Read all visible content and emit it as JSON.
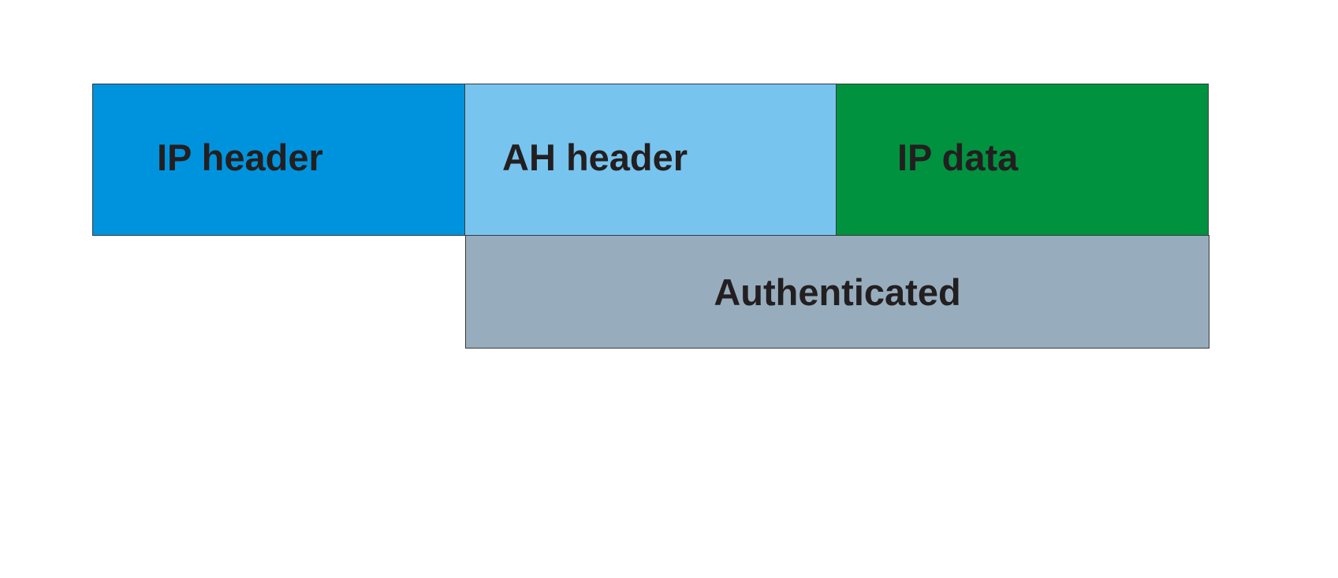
{
  "colors": {
    "ip_header": "#0093dd",
    "ah_header": "#77c4ef",
    "ip_data": "#00923f",
    "authenticated": "#97adbe",
    "text": "#231f20",
    "border": "#3a3a3a"
  },
  "packet": {
    "segments": [
      {
        "label": "IP header"
      },
      {
        "label": "AH header"
      },
      {
        "label": "IP data"
      }
    ],
    "authenticated_label": "Authenticated"
  }
}
